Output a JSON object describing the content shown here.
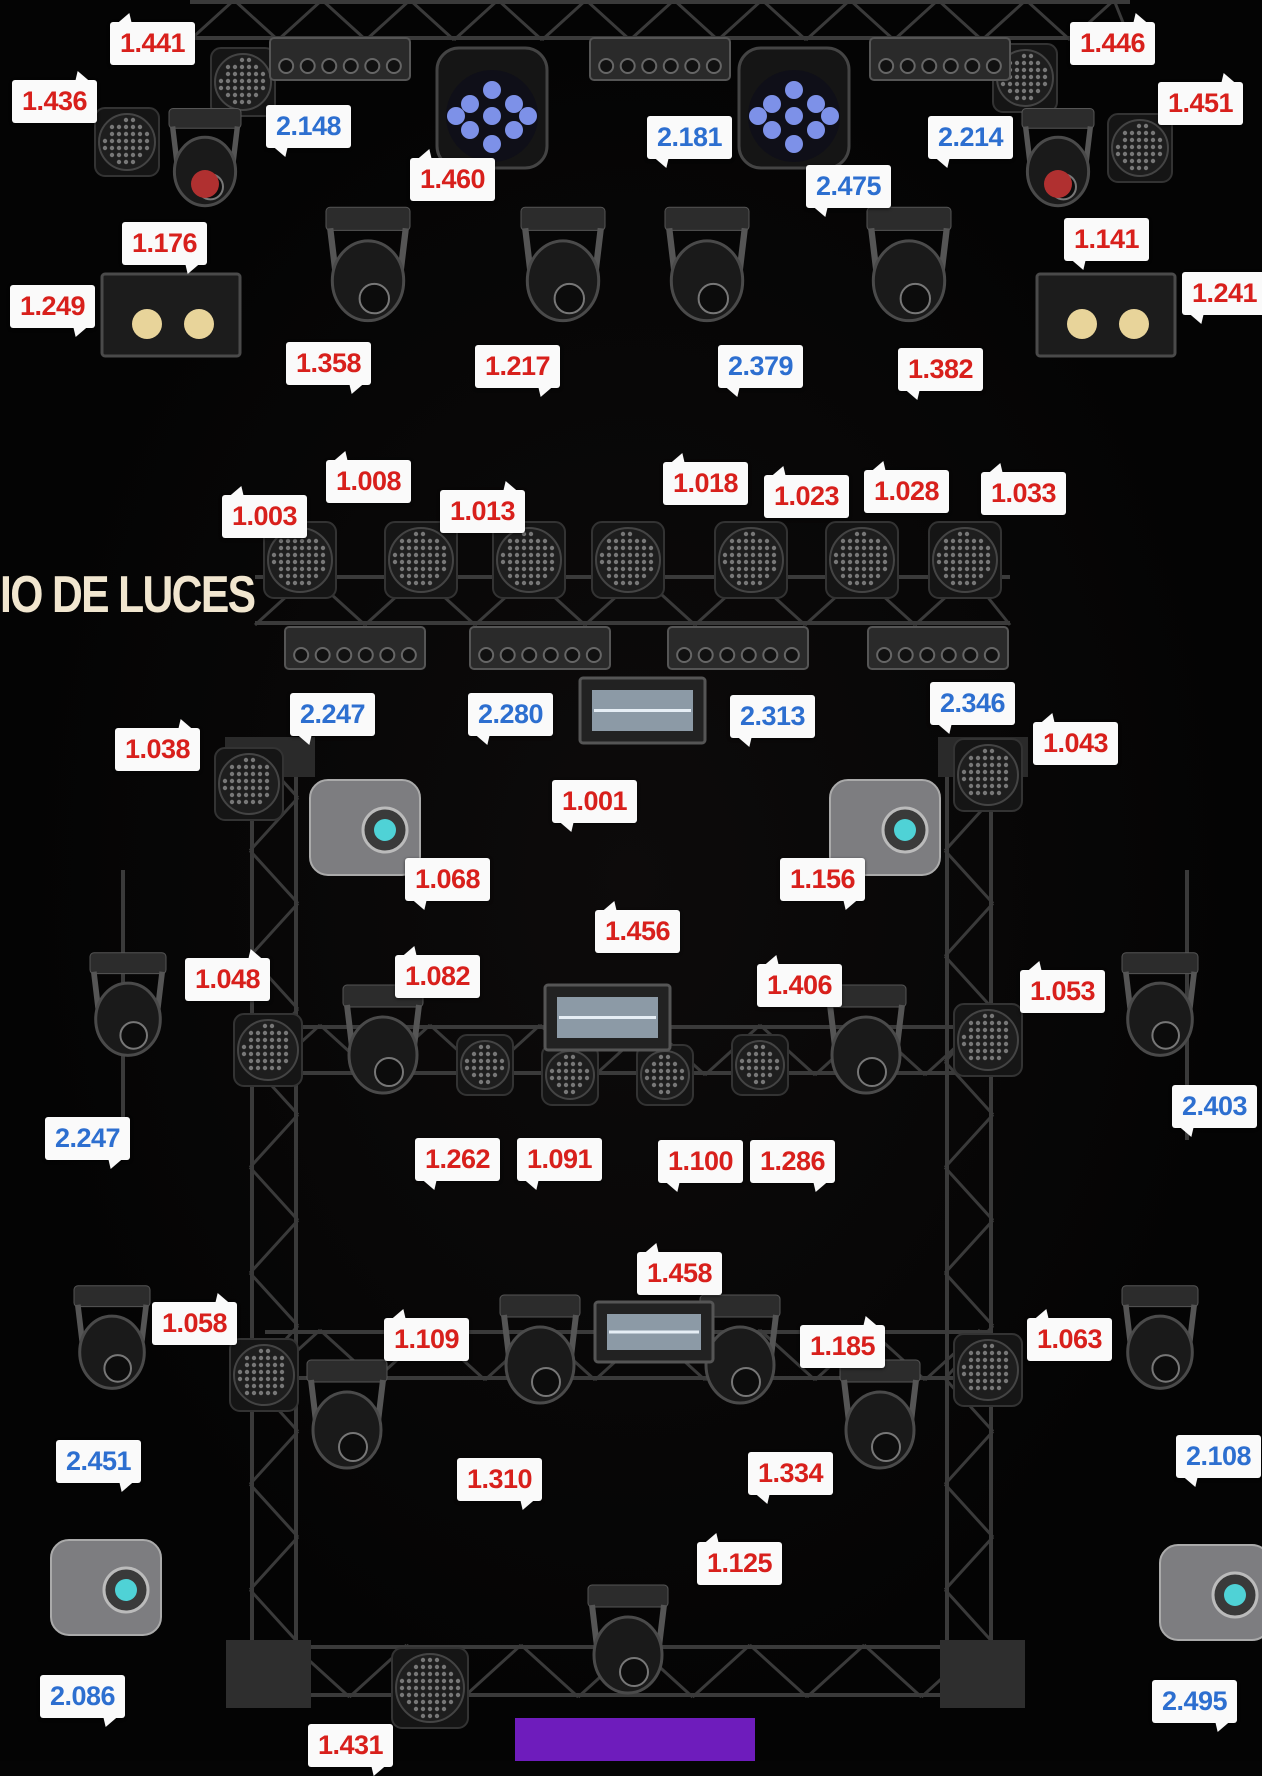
{
  "title": "IO DE LUCES",
  "colors": {
    "background": "#050505",
    "red_text": "#d8201c",
    "blue_text": "#2d6fd0",
    "label_bg": "#fafafa",
    "truss": "#3a3a3a",
    "title": "#f1e6cf",
    "purple_floor": "#7a1fd0",
    "beam_led": "#8aa0ff"
  },
  "labels": [
    {
      "id": "l1441",
      "text": "1.441",
      "color": "red"
    },
    {
      "id": "l1436",
      "text": "1.436",
      "color": "red"
    },
    {
      "id": "l2148",
      "text": "2.148",
      "color": "blue"
    },
    {
      "id": "l1460",
      "text": "1.460",
      "color": "red"
    },
    {
      "id": "l2181",
      "text": "2.181",
      "color": "blue"
    },
    {
      "id": "l2475",
      "text": "2.475",
      "color": "blue"
    },
    {
      "id": "l2214",
      "text": "2.214",
      "color": "blue"
    },
    {
      "id": "l1446",
      "text": "1.446",
      "color": "red"
    },
    {
      "id": "l1451",
      "text": "1.451",
      "color": "red"
    },
    {
      "id": "l1176",
      "text": "1.176",
      "color": "red"
    },
    {
      "id": "l1141",
      "text": "1.141",
      "color": "red"
    },
    {
      "id": "l1249",
      "text": "1.249",
      "color": "red"
    },
    {
      "id": "l1241",
      "text": "1.241",
      "color": "red"
    },
    {
      "id": "l1358",
      "text": "1.358",
      "color": "red"
    },
    {
      "id": "l1217",
      "text": "1.217",
      "color": "red"
    },
    {
      "id": "l2379",
      "text": "2.379",
      "color": "blue"
    },
    {
      "id": "l1382",
      "text": "1.382",
      "color": "red"
    },
    {
      "id": "l1008",
      "text": "1.008",
      "color": "red"
    },
    {
      "id": "l1003",
      "text": "1.003",
      "color": "red"
    },
    {
      "id": "l1013",
      "text": "1.013",
      "color": "red"
    },
    {
      "id": "l1018",
      "text": "1.018",
      "color": "red"
    },
    {
      "id": "l1023",
      "text": "1.023",
      "color": "red"
    },
    {
      "id": "l1028",
      "text": "1.028",
      "color": "red"
    },
    {
      "id": "l1033",
      "text": "1.033",
      "color": "red"
    },
    {
      "id": "l2247a",
      "text": "2.247",
      "color": "blue"
    },
    {
      "id": "l2280",
      "text": "2.280",
      "color": "blue"
    },
    {
      "id": "l2313",
      "text": "2.313",
      "color": "blue"
    },
    {
      "id": "l2346",
      "text": "2.346",
      "color": "blue"
    },
    {
      "id": "l1038",
      "text": "1.038",
      "color": "red"
    },
    {
      "id": "l1043",
      "text": "1.043",
      "color": "red"
    },
    {
      "id": "l1001",
      "text": "1.001",
      "color": "red"
    },
    {
      "id": "l1068",
      "text": "1.068",
      "color": "red"
    },
    {
      "id": "l1156",
      "text": "1.156",
      "color": "red"
    },
    {
      "id": "l1456",
      "text": "1.456",
      "color": "red"
    },
    {
      "id": "l1048",
      "text": "1.048",
      "color": "red"
    },
    {
      "id": "l1082",
      "text": "1.082",
      "color": "red"
    },
    {
      "id": "l1406",
      "text": "1.406",
      "color": "red"
    },
    {
      "id": "l1053",
      "text": "1.053",
      "color": "red"
    },
    {
      "id": "l2247b",
      "text": "2.247",
      "color": "blue"
    },
    {
      "id": "l2403",
      "text": "2.403",
      "color": "blue"
    },
    {
      "id": "l1262",
      "text": "1.262",
      "color": "red"
    },
    {
      "id": "l1091",
      "text": "1.091",
      "color": "red"
    },
    {
      "id": "l1100",
      "text": "1.100",
      "color": "red"
    },
    {
      "id": "l1286",
      "text": "1.286",
      "color": "red"
    },
    {
      "id": "l1458",
      "text": "1.458",
      "color": "red"
    },
    {
      "id": "l1058",
      "text": "1.058",
      "color": "red"
    },
    {
      "id": "l1109",
      "text": "1.109",
      "color": "red"
    },
    {
      "id": "l1185",
      "text": "1.185",
      "color": "red"
    },
    {
      "id": "l1063",
      "text": "1.063",
      "color": "red"
    },
    {
      "id": "l2451",
      "text": "2.451",
      "color": "blue"
    },
    {
      "id": "l2108",
      "text": "2.108",
      "color": "blue"
    },
    {
      "id": "l1310",
      "text": "1.310",
      "color": "red"
    },
    {
      "id": "l1334",
      "text": "1.334",
      "color": "red"
    },
    {
      "id": "l1125",
      "text": "1.125",
      "color": "red"
    },
    {
      "id": "l2086",
      "text": "2.086",
      "color": "blue"
    },
    {
      "id": "l2495",
      "text": "2.495",
      "color": "blue"
    },
    {
      "id": "l1431",
      "text": "1.431",
      "color": "red"
    }
  ]
}
